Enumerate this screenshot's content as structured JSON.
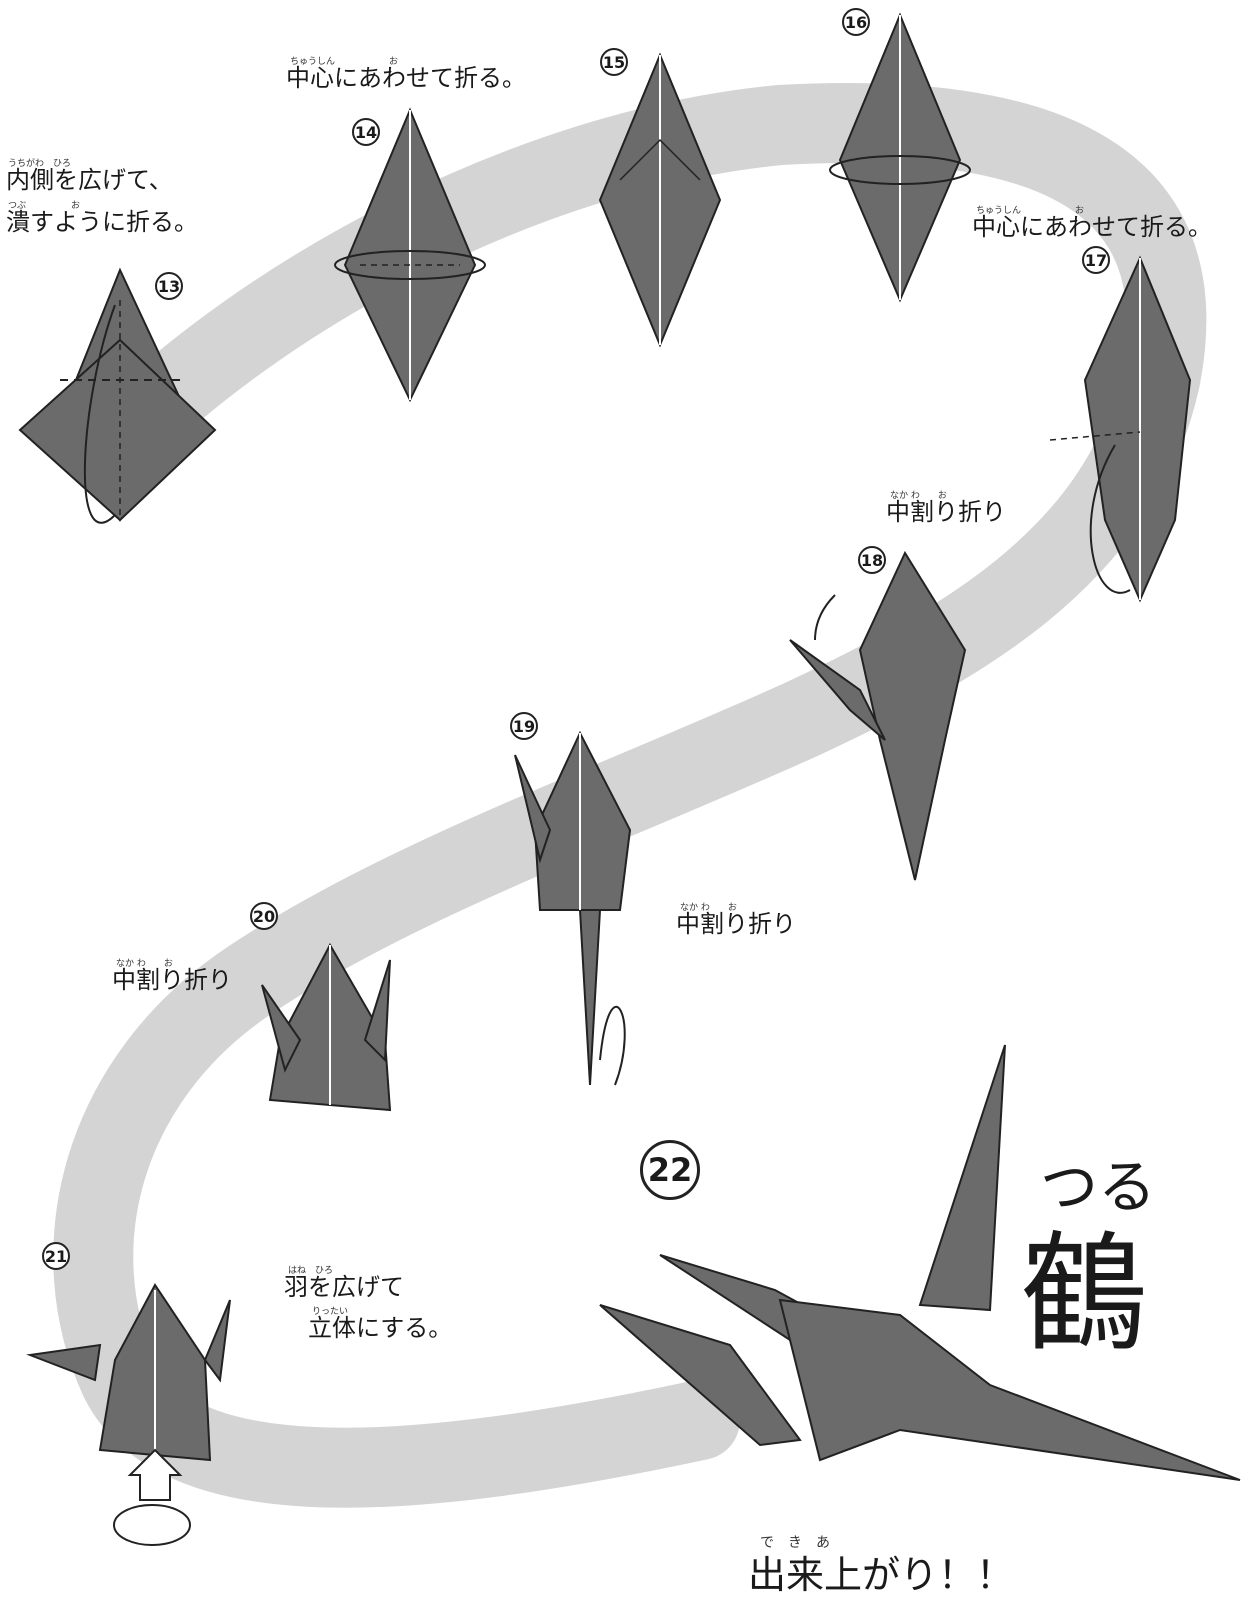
{
  "steps": {
    "s13": {
      "number": "13",
      "ruby1": "うちがわ　ひろ",
      "line1": "内側を広げて、",
      "ruby2": "つぶ　　　　　お",
      "line2": "潰すように折る。"
    },
    "s14": {
      "number": "14",
      "ruby": "ちゅうしん　　　　　　お",
      "text": "中心にあわせて折る。"
    },
    "s15": {
      "number": "15"
    },
    "s16": {
      "number": "16"
    },
    "s17": {
      "number": "17",
      "ruby": "ちゅうしん　　　　　　お",
      "text": "中心にあわせて折る。"
    },
    "s18": {
      "number": "18",
      "ruby": "なか わ　　お",
      "text": "中割り折り"
    },
    "s19": {
      "number": "19",
      "ruby": "なか わ　　お",
      "text": "中割り折り"
    },
    "s20": {
      "number": "20",
      "ruby": "なか わ　　お",
      "text": "中割り折り"
    },
    "s21": {
      "number": "21",
      "ruby1": "はね　ひろ",
      "line1": "羽を広げて",
      "ruby2": "りったい",
      "line2": "立体にする。"
    },
    "s22": {
      "number": "22"
    }
  },
  "title": {
    "ruby": "つる",
    "kanji": "鶴"
  },
  "final": {
    "ruby": "で　き　あ",
    "text": "出来上がり！！"
  },
  "colors": {
    "paper": "#6b6b6b",
    "paper_dark": "#4d4d4d",
    "band": "#d4d4d4",
    "line": "#222222"
  }
}
